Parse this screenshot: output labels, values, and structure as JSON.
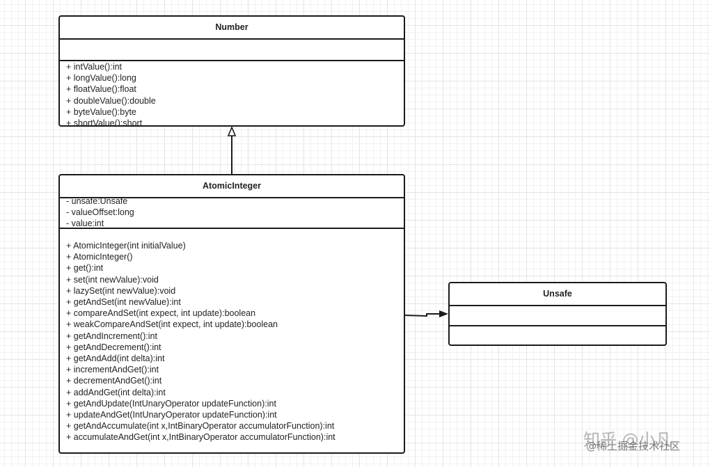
{
  "number_class": {
    "name": "Number",
    "attributes": [],
    "operations": [
      "+ intValue():int",
      "+ longValue():long",
      "+ floatValue():float",
      "+ doubleValue():double",
      "+ byteValue():byte",
      "+ shortValue():short"
    ]
  },
  "atomic_class": {
    "name": "AtomicInteger",
    "attributes": [
      "- unsafe:Unsafe",
      "- valueOffset:long",
      "- value:int"
    ],
    "operations": [
      "+ AtomicInteger(int initialValue)",
      "+ AtomicInteger()",
      "+ get():int",
      "+ set(int newValue):void",
      "+ lazySet(int newValue):void",
      "+ getAndSet(int newValue):int",
      "+ compareAndSet(int expect, int update):boolean",
      "+ weakCompareAndSet(int expect, int update):boolean",
      "+ getAndIncrement():int",
      "+ getAndDecrement():int",
      "+ getAndAdd(int delta):int",
      "+ incrementAndGet():int",
      "+ decrementAndGet():int",
      "+ addAndGet(int delta):int",
      "+ getAndUpdate(IntUnaryOperator updateFunction):int",
      "+ updateAndGet(IntUnaryOperator updateFunction):int",
      "+ getAndAccumulate(int x,IntBinaryOperator accumulatorFunction):int",
      "+ accumulateAndGet(int x,IntBinaryOperator accumulatorFunction):int"
    ]
  },
  "unsafe_class": {
    "name": "Unsafe",
    "attributes": [],
    "operations": []
  },
  "relations": [
    {
      "type": "generalization",
      "from": "AtomicInteger",
      "to": "Number"
    },
    {
      "type": "association",
      "from": "AtomicInteger",
      "to": "Unsafe"
    }
  ],
  "watermark": {
    "logo": "知乎 @小凡",
    "sub": "@稀土掘金技术社区"
  }
}
